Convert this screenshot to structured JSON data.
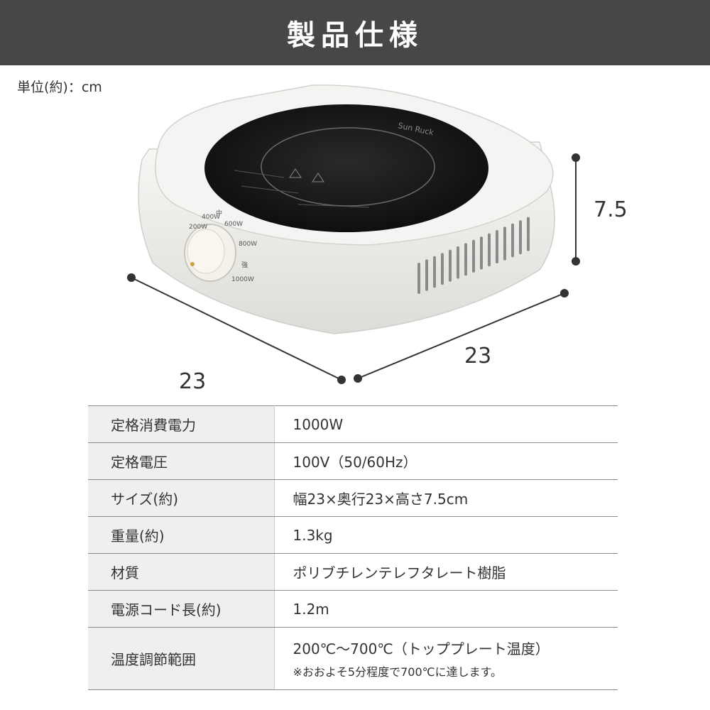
{
  "header": {
    "title": "製品仕様"
  },
  "unit_label": "単位(約)：cm",
  "product": {
    "brand": "Sun Ruck",
    "knob_marks": [
      "200W",
      "400W",
      "中",
      "600W",
      "800W",
      "強",
      "1000W"
    ]
  },
  "dimensions": {
    "height": "7.5",
    "width_right": "23",
    "width_left": "23"
  },
  "specs": [
    {
      "label": "定格消費電力",
      "value": "1000W"
    },
    {
      "label": "定格電圧",
      "value": "100V（50/60Hz）"
    },
    {
      "label": "サイズ(約)",
      "value": "幅23×奥行23×高さ7.5cm"
    },
    {
      "label": "重量(約)",
      "value": "1.3kg"
    },
    {
      "label": "材質",
      "value": "ポリブチレンテレフタレート樹脂"
    },
    {
      "label": "電源コード長(約)",
      "value": "1.2m"
    },
    {
      "label": "温度調節範囲",
      "value": "200℃～700℃（トッププレート温度）",
      "note": "※おおよそ5分程度で700℃に達します。"
    }
  ],
  "colors": {
    "header_bg": "#474747",
    "label_bg": "#efefef",
    "rule": "#8a8a8a"
  }
}
